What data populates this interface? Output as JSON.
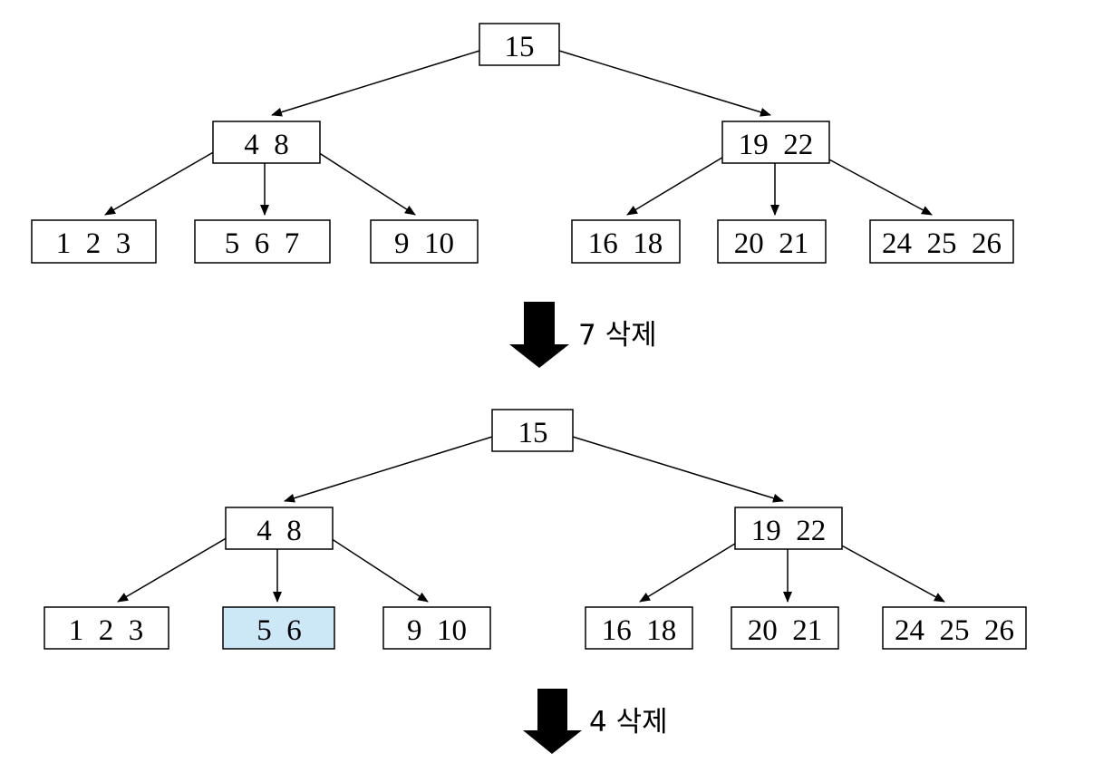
{
  "colors": {
    "highlight_fill": "#cce8f7",
    "stroke": "#000000",
    "background": "#ffffff"
  },
  "trees": [
    {
      "root": {
        "label": "15"
      },
      "internal": [
        {
          "label": "4  8"
        },
        {
          "label": "19  22"
        }
      ],
      "leaves": [
        {
          "label": "1  2  3"
        },
        {
          "label": "5  6  7"
        },
        {
          "label": "9  10"
        },
        {
          "label": "16  18"
        },
        {
          "label": "20  21"
        },
        {
          "label": "24  25  26"
        }
      ],
      "highlighted_leaf": null
    },
    {
      "root": {
        "label": "15"
      },
      "internal": [
        {
          "label": "4  8"
        },
        {
          "label": "19  22"
        }
      ],
      "leaves": [
        {
          "label": "1  2  3"
        },
        {
          "label": "5  6"
        },
        {
          "label": "9  10"
        },
        {
          "label": "16  18"
        },
        {
          "label": "20  21"
        },
        {
          "label": "24  25  26"
        }
      ],
      "highlighted_leaf": 1
    }
  ],
  "steps": [
    {
      "label": "7 삭제"
    },
    {
      "label": "4 삭제"
    }
  ]
}
